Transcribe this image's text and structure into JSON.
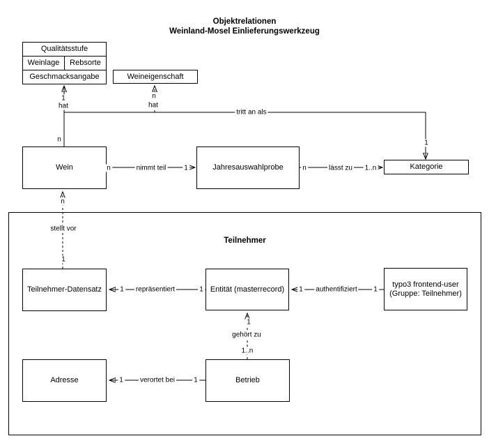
{
  "title": {
    "line1": "Objektrelationen",
    "line2": "Weinland-Mosel Einlieferungswerkzeug"
  },
  "colors": {
    "stroke": "#000000",
    "box_fill": "#ffffff",
    "text": "#000000",
    "background": "#ffffff"
  },
  "entities": {
    "qualitaetsstufe": "Qualitätsstufe",
    "weinlage": "Weinlage",
    "rebsorte": "Rebsorte",
    "geschmacksangabe": "Geschmacksangabe",
    "weineigenschaft": "Weineigenschaft",
    "wein": "Wein",
    "jahresauswahlprobe": "Jahresauswahlprobe",
    "kategorie": "Kategorie",
    "teilnehmer_container": "Teilnehmer",
    "teilnehmer_datensatz": "Teilnehmer-Datensatz",
    "entitaet": "Entität (masterrecord)",
    "typo3_frontend_user": {
      "line1": "typo3 frontend-user",
      "line2": "(Gruppe: Teilnehmer)"
    },
    "adresse": "Adresse",
    "betrieb": "Betrieb"
  },
  "relations": {
    "hat_qualitaet": {
      "label": "hat",
      "wein_mult": "n",
      "ziel_mult": "1"
    },
    "hat_eigenschaft": {
      "label": "hat",
      "mult": "n"
    },
    "tritt_an_als": {
      "label": "tritt an als",
      "kategorie_mult": "1"
    },
    "nimmt_teil": {
      "label": "nimmt teil",
      "wein_mult": "n",
      "probe_mult": "1"
    },
    "laesst_zu": {
      "label": "lässt zu",
      "probe_mult": "n",
      "kategorie_mult": "1..n"
    },
    "stellt_vor": {
      "label": "stellt vor",
      "datensatz_mult": "1",
      "wein_mult": "n"
    },
    "repraesentiert": {
      "label": "repräsentiert",
      "datensatz_mult": "1",
      "entitaet_mult": "1"
    },
    "authentifiziert": {
      "label": "authentifiziert",
      "entitaet_mult": "1",
      "user_mult": "1"
    },
    "gehoert_zu": {
      "label": "gehört zu",
      "entitaet_mult": "1",
      "betrieb_mult": "1..n"
    },
    "verortet_bei": {
      "label": "verortet bei",
      "adresse_mult": "1",
      "betrieb_mult": "1"
    }
  }
}
